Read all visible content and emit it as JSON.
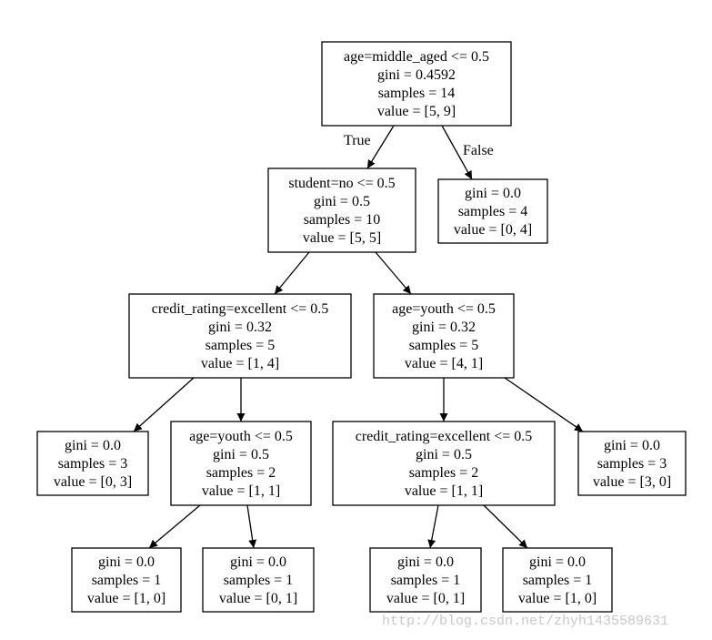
{
  "nodes": {
    "n0": [
      "age=middle_aged <= 0.5",
      "gini = 0.4592",
      "samples = 14",
      "value = [5, 9]"
    ],
    "n1": [
      "student=no <= 0.5",
      "gini = 0.5",
      "samples = 10",
      "value = [5, 5]"
    ],
    "n2": [
      "gini = 0.0",
      "samples = 4",
      "value = [0, 4]"
    ],
    "n3": [
      "credit_rating=excellent <= 0.5",
      "gini = 0.32",
      "samples = 5",
      "value = [1, 4]"
    ],
    "n4": [
      "age=youth <= 0.5",
      "gini = 0.32",
      "samples = 5",
      "value = [4, 1]"
    ],
    "n5": [
      "gini = 0.0",
      "samples = 3",
      "value = [0, 3]"
    ],
    "n6": [
      "age=youth <= 0.5",
      "gini = 0.5",
      "samples = 2",
      "value = [1, 1]"
    ],
    "n7": [
      "credit_rating=excellent <= 0.5",
      "gini = 0.5",
      "samples = 2",
      "value = [1, 1]"
    ],
    "n8": [
      "gini = 0.0",
      "samples = 3",
      "value = [3, 0]"
    ],
    "n9": [
      "gini = 0.0",
      "samples = 1",
      "value = [1, 0]"
    ],
    "n10": [
      "gini = 0.0",
      "samples = 1",
      "value = [0, 1]"
    ],
    "n11": [
      "gini = 0.0",
      "samples = 1",
      "value = [0, 1]"
    ],
    "n12": [
      "gini = 0.0",
      "samples = 1",
      "value = [1, 0]"
    ]
  },
  "edge_labels": {
    "true": "True",
    "false": "False"
  },
  "watermark": "http://blog.csdn.net/zhyh1435589631"
}
